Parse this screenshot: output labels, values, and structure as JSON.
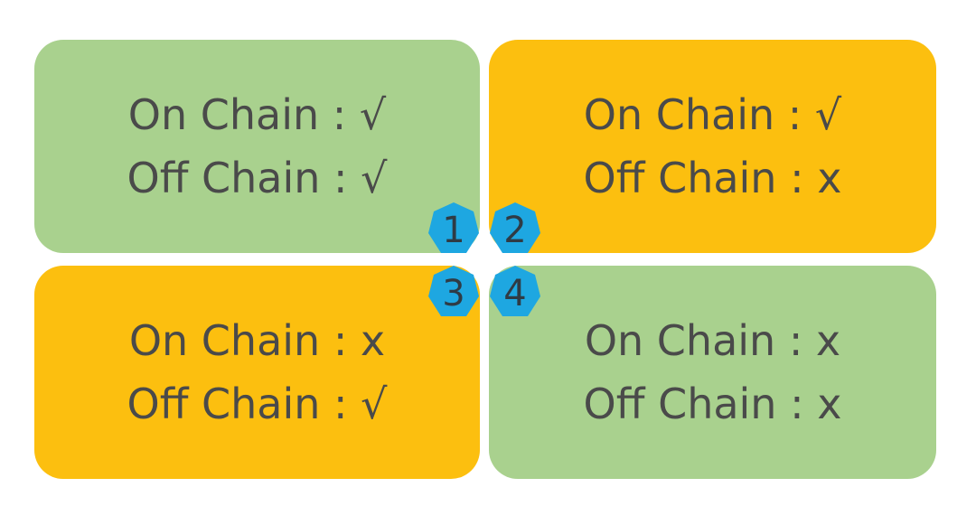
{
  "quadrants": [
    {
      "number": "1",
      "on_chain": "On Chain : √",
      "off_chain": "Off Chain : √",
      "color": "#a9d18e"
    },
    {
      "number": "2",
      "on_chain": "On Chain : √",
      "off_chain": "Off Chain : x",
      "color": "#fcbf0f"
    },
    {
      "number": "3",
      "on_chain": "On Chain : x",
      "off_chain": "Off Chain : √",
      "color": "#fcbf0f"
    },
    {
      "number": "4",
      "on_chain": "On Chain : x",
      "off_chain": "Off Chain : x",
      "color": "#a9d18e"
    }
  ],
  "badge_color": "#1ea7e1"
}
